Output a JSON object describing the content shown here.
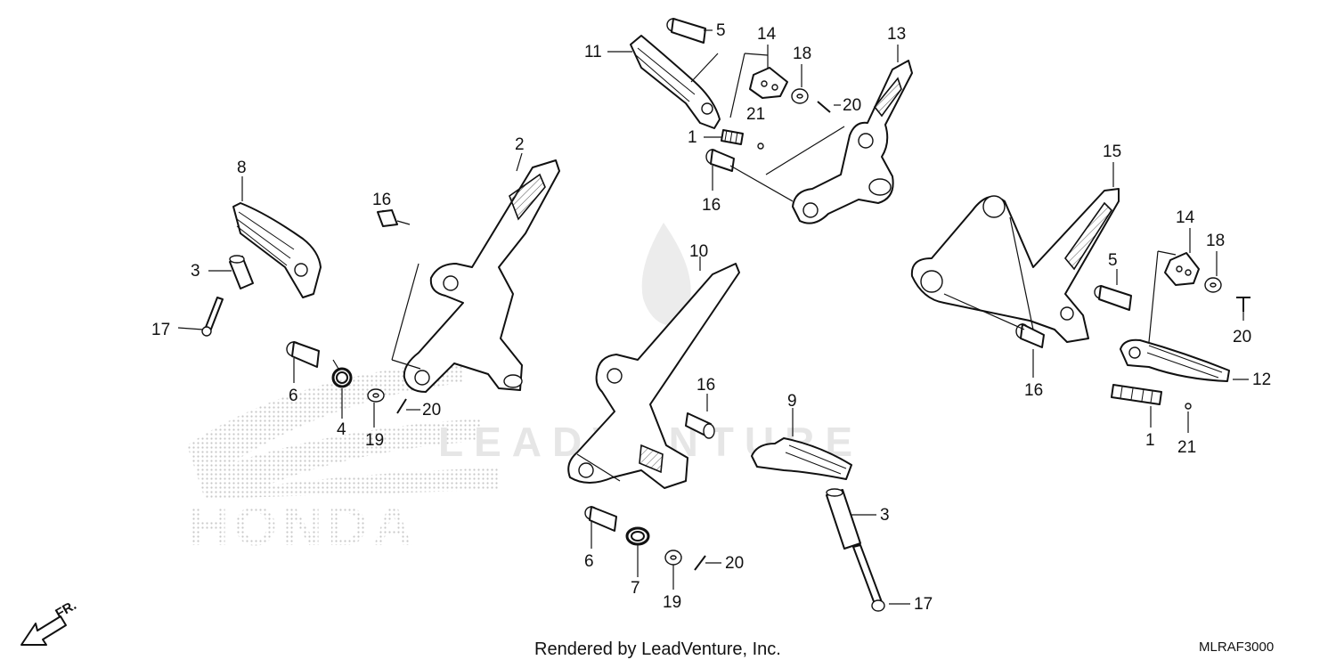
{
  "background": {
    "brand_logo": "HONDA",
    "watermark": "LEADVENTURE"
  },
  "footer": {
    "credit": "Rendered by LeadVenture, Inc.",
    "reference_code": "MLRAF3000"
  },
  "front_indicator": {
    "label": "FR.",
    "icon": "front-arrow-icon"
  },
  "callouts": {
    "c1a": "1",
    "c1b": "1",
    "c2": "2",
    "c3a": "3",
    "c3b": "3",
    "c4": "4",
    "c5a": "5",
    "c5b": "5",
    "c6a": "6",
    "c6b": "6",
    "c7": "7",
    "c8": "8",
    "c9": "9",
    "c10": "10",
    "c11": "11",
    "c12": "12",
    "c13": "13",
    "c14a": "14",
    "c14b": "14",
    "c15": "15",
    "c16a": "16",
    "c16b": "16",
    "c16c": "16",
    "c16d": "16",
    "c17a": "17",
    "c17b": "17",
    "c18a": "18",
    "c18b": "18",
    "c19a": "19",
    "c19b": "19",
    "c20a": "20",
    "c20b": "20",
    "c20c": "20",
    "c20d": "20",
    "c21a": "21",
    "c21b": "21"
  },
  "colors": {
    "line": "#111111",
    "watermark": "#e6e6e6",
    "logo_dots": "#c8c8c8"
  }
}
